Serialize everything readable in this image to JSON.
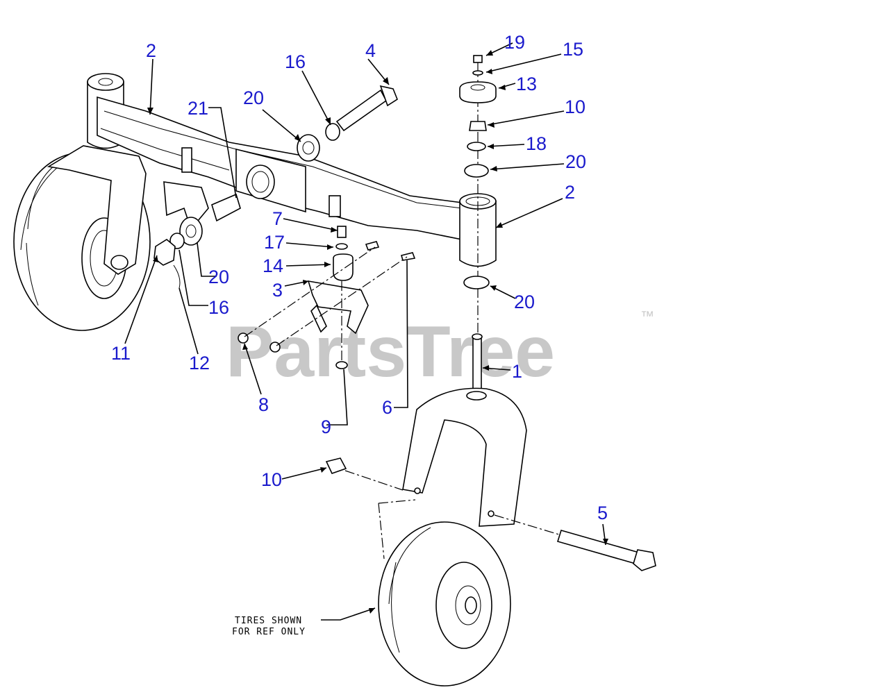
{
  "diagram": {
    "watermark": "PartsTree",
    "trademark": "™",
    "note_lines": [
      "TIRES SHOWN",
      "FOR REF ONLY"
    ],
    "callouts": {
      "c1": "1",
      "c2a": "2",
      "c2b": "2",
      "c3": "3",
      "c4": "4",
      "c5": "5",
      "c6": "6",
      "c7": "7",
      "c8": "8",
      "c9": "9",
      "c10a": "10",
      "c10b": "10",
      "c11": "11",
      "c12": "12",
      "c13": "13",
      "c14": "14",
      "c15": "15",
      "c16a": "16",
      "c16b": "16",
      "c17": "17",
      "c18": "18",
      "c19": "19",
      "c20a": "20",
      "c20b": "20",
      "c20c": "20",
      "c20d": "20",
      "c21": "21"
    },
    "colors": {
      "callout": "#1a1acc",
      "watermark": "#c8c8c8",
      "line": "#000000"
    }
  }
}
